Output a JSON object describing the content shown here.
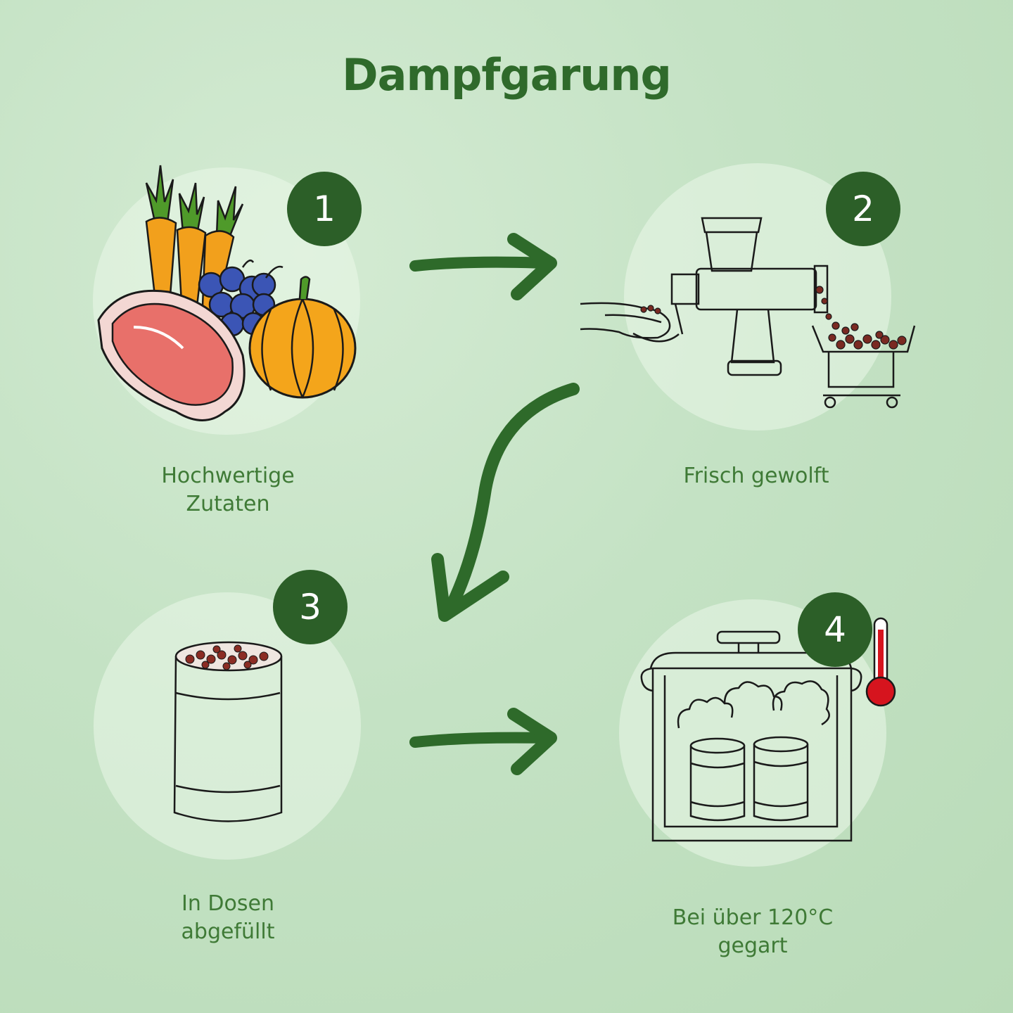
{
  "title": "Dampfgarung",
  "steps": [
    {
      "number": "1",
      "line1": "Hochwertige",
      "line2": "Zutaten"
    },
    {
      "number": "2",
      "line1": "Frisch gewolft",
      "line2": ""
    },
    {
      "number": "3",
      "line1": "In Dosen",
      "line2": "abgefüllt"
    },
    {
      "number": "4",
      "line1": "Bei über 120°C",
      "line2": "gegart"
    }
  ],
  "icons": [
    "ingredients-icon",
    "meat-grinder-icon",
    "food-can-icon",
    "steam-cooker-icon",
    "thermometer-icon"
  ],
  "colors": {
    "background": "#c4e2c4",
    "accent_green": "#2c5f28",
    "title_green": "#2f6a2b",
    "label_green": "#3f7a36",
    "carrot": "#f2a01c",
    "pumpkin": "#f4a51b",
    "blueberry": "#3b55b5",
    "meat": "#e8706a",
    "thermometer_red": "#d6141e"
  }
}
